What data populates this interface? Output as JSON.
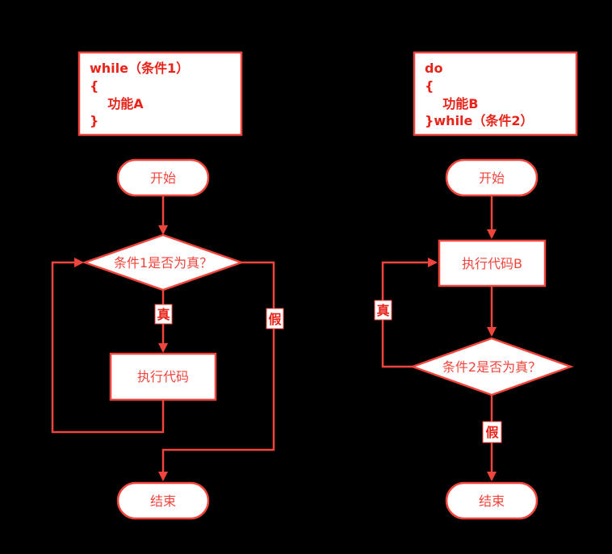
{
  "colors": {
    "background": "#000000",
    "stroke": "#f0453c",
    "text": "#e8231a",
    "fill": "#ffffff"
  },
  "while_loop": {
    "code": [
      "while（条件1）",
      "{",
      "    功能A",
      "}"
    ],
    "start": "开始",
    "condition": "条件1是否为真？",
    "true_label": "真",
    "false_label": "假",
    "action": "执行代码",
    "end": "结束"
  },
  "do_while_loop": {
    "code": [
      "do",
      "{",
      "    功能B",
      "}while（条件2）"
    ],
    "start": "开始",
    "action": "执行代码B",
    "condition": "条件2是否为真？",
    "true_label": "真",
    "false_label": "假",
    "end": "结束"
  }
}
